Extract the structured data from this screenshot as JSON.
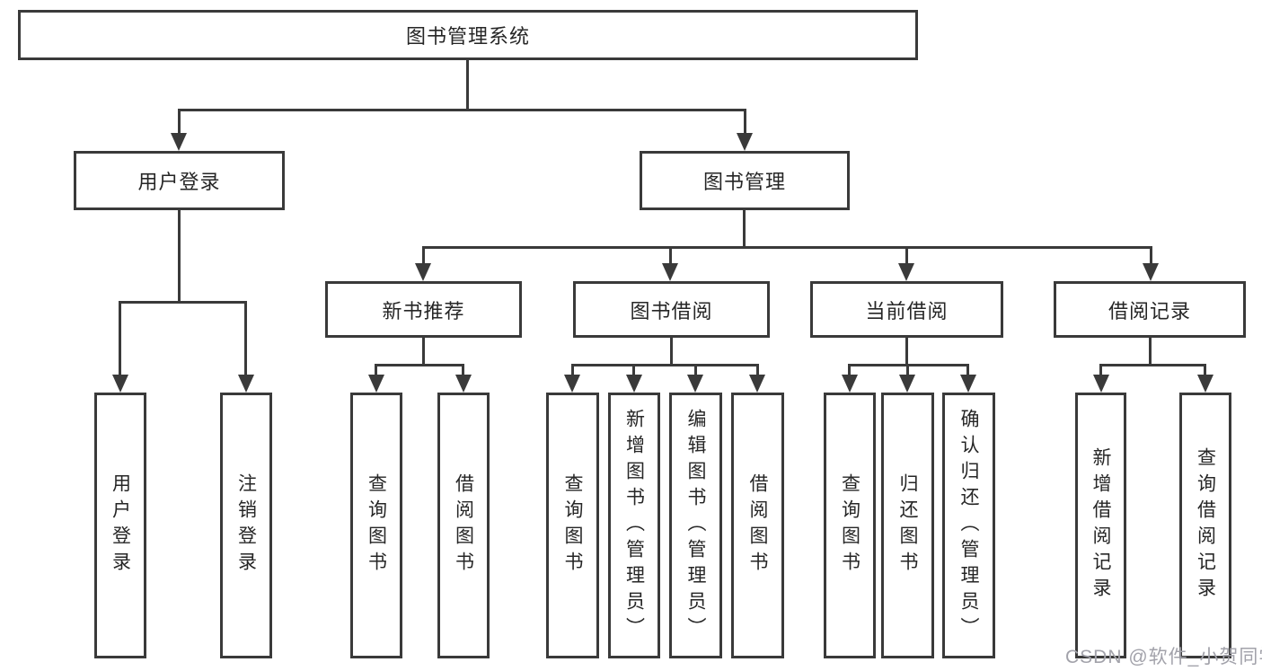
{
  "diagram": {
    "root": {
      "label": "图书管理系统"
    },
    "branches": [
      {
        "label": "用户登录",
        "leaves": [
          {
            "label": "用户登录"
          },
          {
            "label": "注销登录"
          }
        ]
      },
      {
        "label": "图书管理",
        "groups": [
          {
            "label": "新书推荐",
            "leaves": [
              {
                "label": "查询图书"
              },
              {
                "label": "借阅图书"
              }
            ]
          },
          {
            "label": "图书借阅",
            "leaves": [
              {
                "label": "查询图书"
              },
              {
                "label": "新增图书（管理员）"
              },
              {
                "label": "编辑图书（管理员）"
              },
              {
                "label": "借阅图书"
              }
            ]
          },
          {
            "label": "当前借阅",
            "leaves": [
              {
                "label": "查询图书"
              },
              {
                "label": "归还图书"
              },
              {
                "label": "确认归还（管理员）"
              }
            ]
          },
          {
            "label": "借阅记录",
            "leaves": [
              {
                "label": "新增借阅记录"
              },
              {
                "label": "查询借阅记录"
              }
            ]
          }
        ]
      }
    ],
    "watermark": "CSDN @软件_小贺同学"
  },
  "colors": {
    "line": "#3a3a3a",
    "text": "#262626",
    "watermark": "#a2a2aa",
    "background": "#ffffff"
  }
}
